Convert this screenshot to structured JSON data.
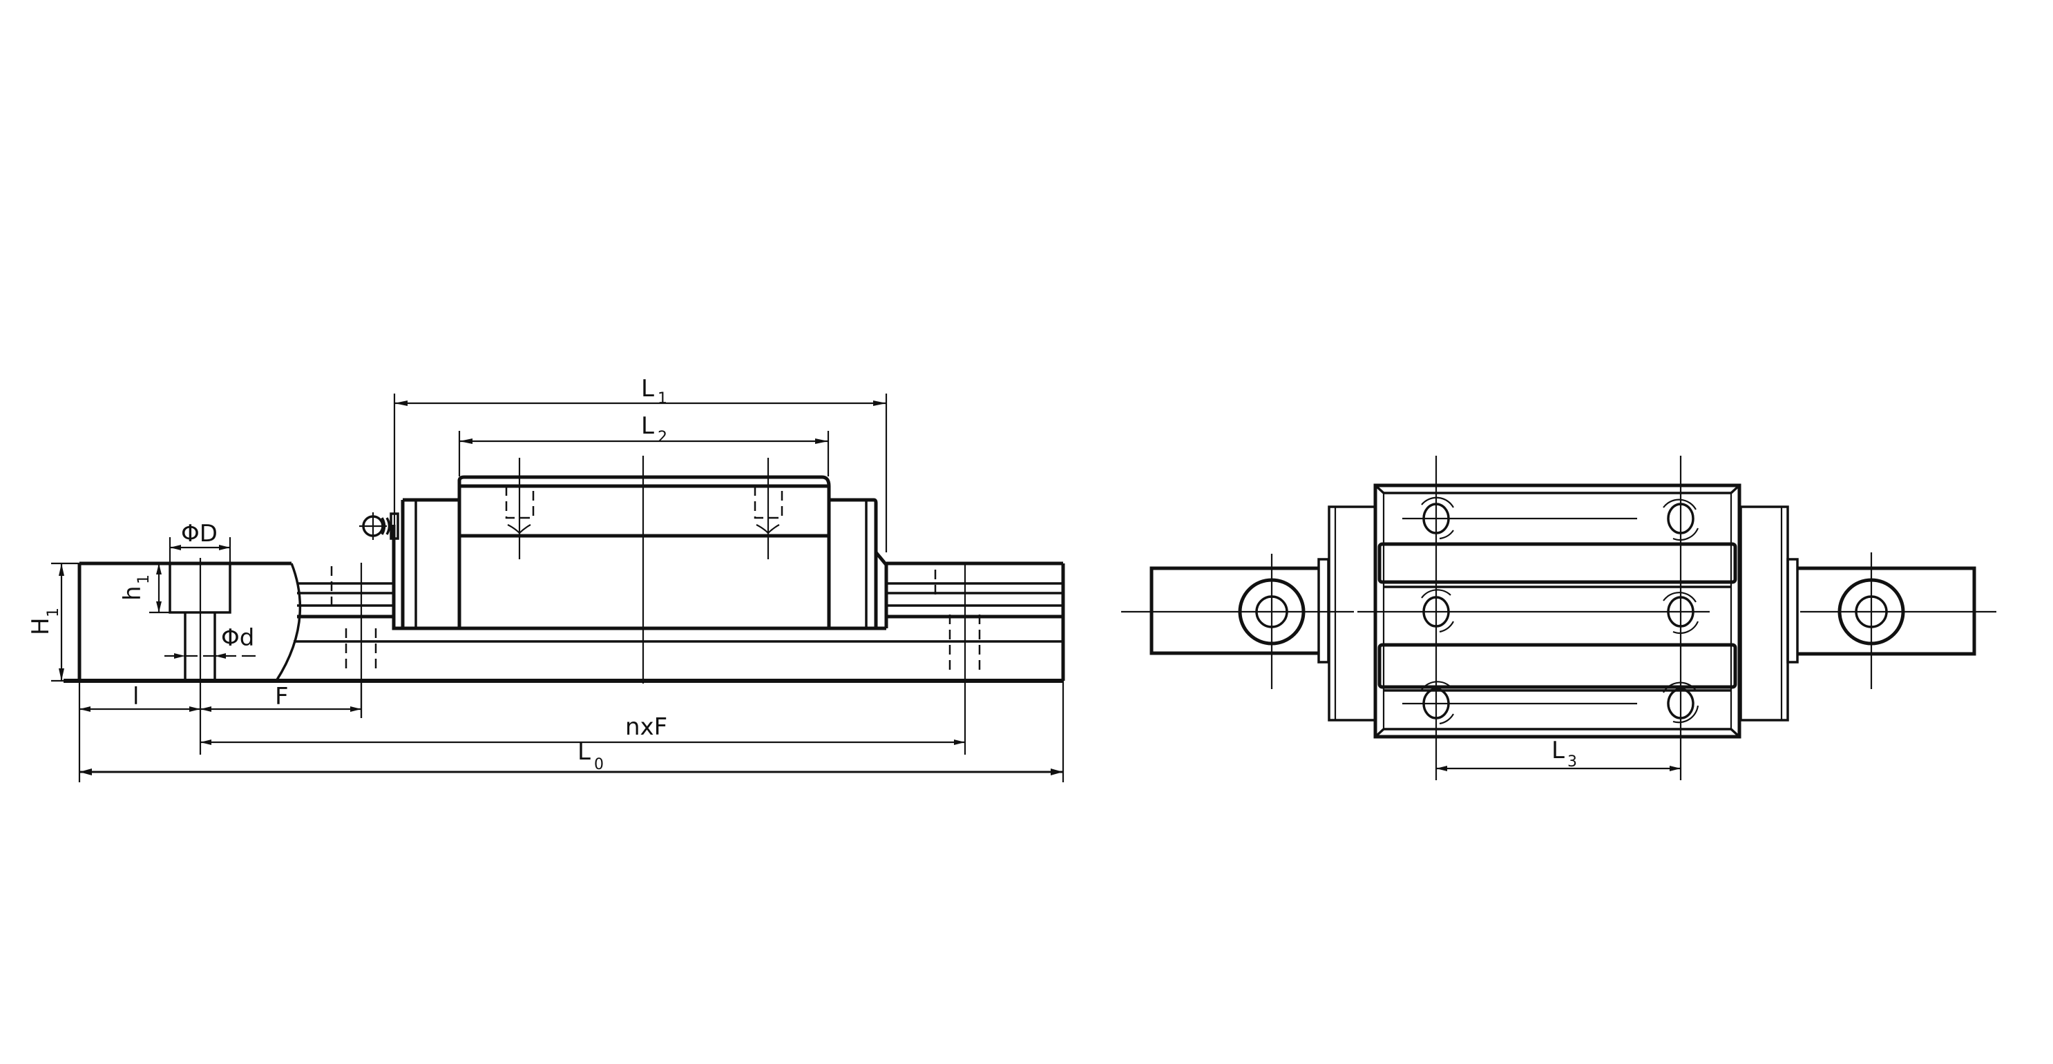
{
  "drawing": {
    "title": "Linear guide rail and block dimension drawing",
    "background": "#ffffff",
    "line_color": "#111111",
    "views": [
      {
        "name": "side-view",
        "description": "Side elevation of rail with carriage block"
      },
      {
        "name": "top-view",
        "description": "Plan view of carriage block on rail"
      }
    ]
  },
  "labels": {
    "L1": {
      "main": "L",
      "sub": "1"
    },
    "L2": {
      "main": "L",
      "sub": "2"
    },
    "L3": {
      "main": "L",
      "sub": "3"
    },
    "L0": {
      "main": "L",
      "sub": "0"
    },
    "H1": {
      "main": "H",
      "sub": "1"
    },
    "h1": {
      "main": "h",
      "sub": "1"
    },
    "phiD": "ΦD",
    "phid": "Φd",
    "l": "l",
    "F": "F",
    "nxF": "nxF"
  }
}
